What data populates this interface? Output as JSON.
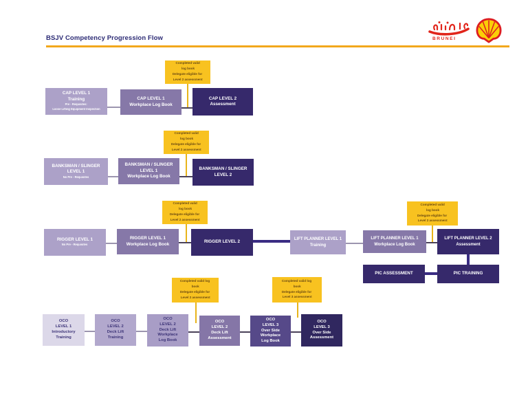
{
  "header": {
    "title": "BSJV Competency Progression Flow",
    "logo": {
      "arabic": "بروني",
      "brand": "BRUNEI"
    }
  },
  "colors": {
    "accent_orange": "#F2A71C",
    "note_yellow": "#F8C220",
    "purple_light": "#ACA1C8",
    "purple_medium": "#8678A8",
    "purple_dark": "#36296B",
    "connector_thick": "#3A2C83",
    "title_indigo": "#2B2A74",
    "shell_red": "#DD1D21",
    "shell_yellow": "#FBCE07"
  },
  "rows": {
    "cap": {
      "note": [
        "Completed valid",
        "log book",
        "Delegate eligible for",
        "Level 2 assessment"
      ],
      "level1": [
        "CAP LEVEL 1",
        "Training",
        "Pre - Requisites:",
        "Loose Lifting Equipment Inspection"
      ],
      "logbook": [
        "CAP LEVEL 1",
        "Workplace Log Book"
      ],
      "level2": [
        "CAP LEVEL 2",
        "Assessment"
      ]
    },
    "banksman": {
      "note": [
        "Completed valid",
        "log book",
        "Delegate eligible for",
        "Level 2 assessment"
      ],
      "level1": [
        "BANKSMAN / SLINGER",
        "LEVEL 1",
        "No Pre - Requisites"
      ],
      "logbook": [
        "BANKSMAN / SLINGER",
        "LEVEL 1",
        "Workplace Log Book"
      ],
      "level2": [
        "BANKSMAN / SLINGER",
        "LEVEL 2"
      ]
    },
    "rigger": {
      "note": [
        "Completed valid",
        "log book",
        "Delegate eligible for",
        "Level 2 assessment"
      ],
      "level1": [
        "RIGGER LEVEL 1",
        "No Pre - Requisites"
      ],
      "logbook": [
        "RIGGER LEVEL 1",
        "Workplace Log Book"
      ],
      "level2": [
        "RIGGER LEVEL 2"
      ]
    },
    "liftplanner": {
      "note": [
        "Completed valid",
        "log book",
        "Delegate eligible for",
        "Level 2 assessment"
      ],
      "training": [
        "LIFT PLANNER LEVEL 1",
        "Training"
      ],
      "logbook": [
        "LIFT PLANNER LEVEL 1",
        "Workplace Log Book"
      ],
      "assessment": [
        "LIFT PLANNER LEVEL 2",
        "Assessment"
      ]
    },
    "pic": {
      "assessment": "PIC ASSESSMENT",
      "training": "PIC TRAINING"
    },
    "oco": {
      "note_level2": [
        "Completed valid log",
        "book",
        "Delegate eligible for",
        "Level 2 assessment"
      ],
      "note_level3": [
        "Completed valid log",
        "book",
        "Delegate eligible for",
        "Level 3 assessment"
      ],
      "level1_training": [
        "OCO",
        "LEVEL 1",
        "Introductory",
        "Training"
      ],
      "level2_training": [
        "OCO",
        "LEVEL 2",
        "Deck Lift",
        "Training"
      ],
      "level2_logbook": [
        "OCO",
        "LEVEL 2",
        "Deck Lift",
        "Workplace",
        "Log Book"
      ],
      "level2_assessment": [
        "OCO",
        "LEVEL 2",
        "Deck Lift",
        "Assessment"
      ],
      "level3_logbook": [
        "OCO",
        "LEVEL 3",
        "Over Side",
        "Workplace",
        "Log Book"
      ],
      "level3_assessment": [
        "OCO",
        "LEVEL 3",
        "Over Side",
        "Assessment"
      ]
    }
  }
}
